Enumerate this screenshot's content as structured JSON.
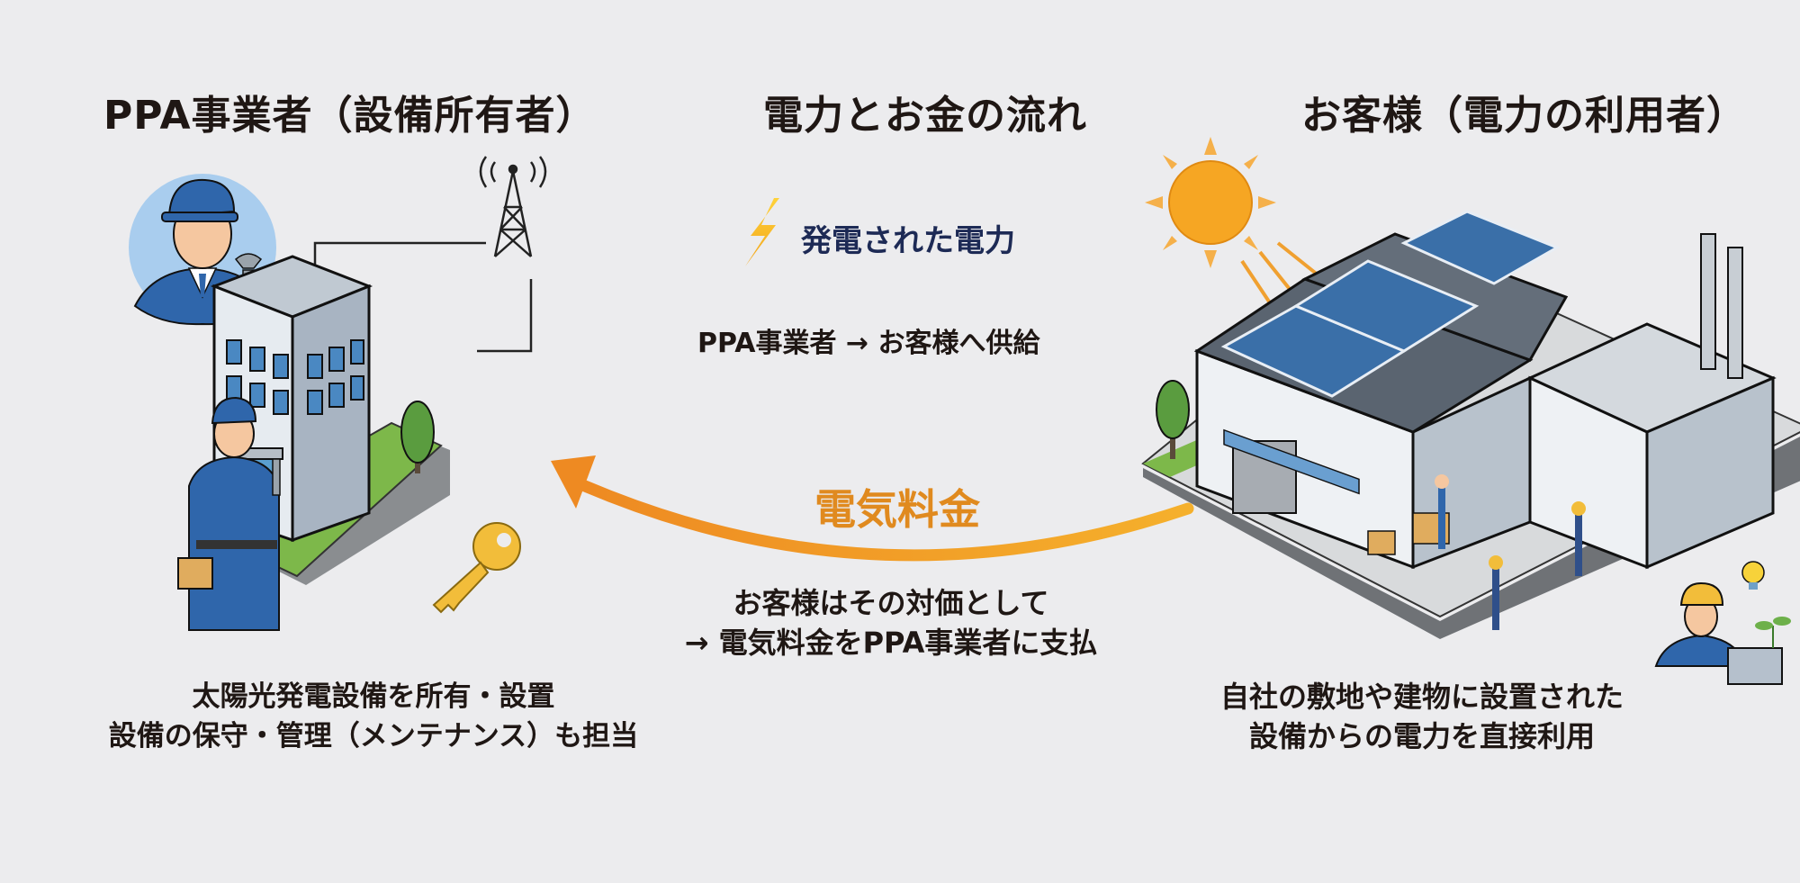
{
  "headers": {
    "provider": "PPA事業者（設備所有者）",
    "flow": "電力とお金の流れ",
    "customer": "お客様（電力の利用者）"
  },
  "power_flow": {
    "icon": "lightning-bolt-icon",
    "label": "発電された電力",
    "description": "PPA事業者 → お客様へ供給"
  },
  "payment_flow": {
    "label": "電気料金",
    "description_lines": [
      "お客様はその対価として",
      "→ 電気料金をPPA事業者に支払"
    ]
  },
  "provider_description": [
    "太陽光発電設備を所有・設置",
    "設備の保守・管理（メンテナンス）も担当"
  ],
  "customer_description": [
    "自社の敷地や建物に設置された",
    "設備からの電力を直接利用"
  ],
  "colors": {
    "background": "#ececee",
    "arrow_orange": "#ef8f22",
    "power_text": "#1d2a55",
    "worker_blue": "#2f66ab",
    "solar_blue": "#3a6fa8",
    "sun": "#f6a623",
    "key": "#f2bd3a",
    "grass": "#7db84a"
  }
}
